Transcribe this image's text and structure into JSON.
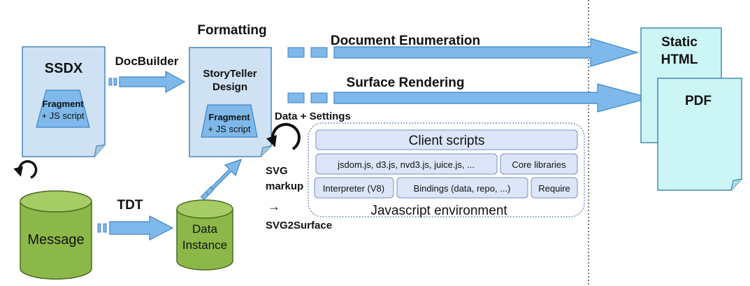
{
  "labels": {
    "formatting": "Formatting",
    "docbuilder": "DocBuilder",
    "doc_enumeration": "Document Enumeration",
    "surface_rendering": "Surface Rendering",
    "data_settings": "Data + Settings",
    "tdt": "TDT",
    "svg_markup_1": "SVG",
    "svg_markup_2": "markup",
    "svg_arrow": "→",
    "svg2surface": "SVG2Surface"
  },
  "ssdx": {
    "title": "SSDX",
    "fragment": "Fragment",
    "js_script": "+ JS script"
  },
  "storyteller": {
    "title_1": "StoryTeller",
    "title_2": "Design",
    "fragment": "Fragment",
    "js_script": "+ JS script"
  },
  "message": {
    "label": "Message"
  },
  "data_instance": {
    "line1": "Data",
    "line2": "Instance"
  },
  "outputs": {
    "static_html_1": "Static",
    "static_html_2": "HTML",
    "pdf": "PDF"
  },
  "js_env": {
    "title": "Javascript environment",
    "client_scripts": "Client scripts",
    "libs": "jsdom.js, d3.js, nvd3.js, juice.js, ...",
    "core_libraries": "Core libraries",
    "interpreter": "Interpreter (V8)",
    "bindings": "Bindings (data, repo, ...)",
    "require": "Require"
  },
  "colors": {
    "doc_fill": "#cfe2f3",
    "doc_stroke": "#4a86b5",
    "arrow_fill": "#7fb8ea",
    "arrow_stroke": "#3d85c6",
    "cylinder_fill": "#8cb84a",
    "cylinder_stroke": "#4d6b23",
    "output_fill": "#ccf5f5",
    "env_box_fill": "#dce6f8",
    "env_box_stroke": "#7a8cc0"
  }
}
